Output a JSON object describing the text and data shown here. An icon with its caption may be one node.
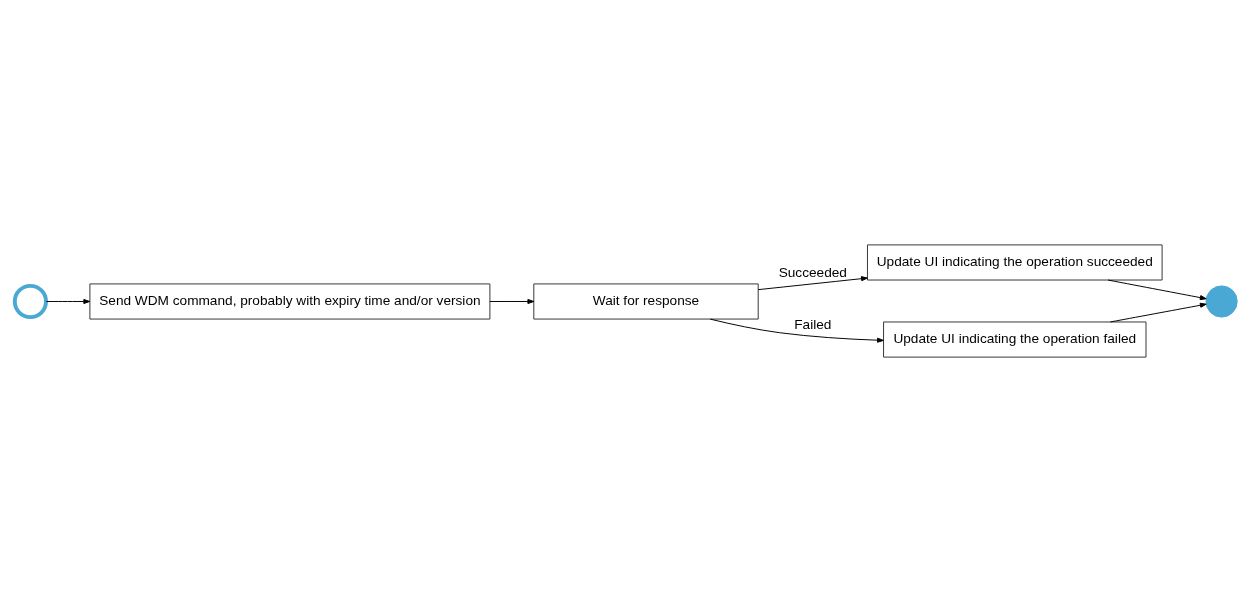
{
  "diagram": {
    "nodes": [
      {
        "text": [],
        "shape": "circle"
      },
      {
        "text": [
          "Send WDM command, probably with expiry time and/or version"
        ]
      },
      {
        "text": [
          "Wait for response"
        ]
      },
      {
        "text": [
          "Update UI indicating the operation succeeded"
        ]
      },
      {
        "text": [
          "Update UI indicating the operation failed"
        ]
      },
      {
        "text": [],
        "shape": "circle"
      }
    ],
    "edges": [
      {
        "from": 0,
        "to": 1,
        "arrow": "to"
      },
      {
        "from": 1,
        "to": 2,
        "arrow": "to"
      },
      {
        "from": 2,
        "to": 3,
        "arrow": "to",
        "label": "Succeeded"
      },
      {
        "from": 2,
        "to": 4,
        "arrow": "to",
        "label": "Failed"
      },
      {
        "from": 4,
        "to": 5,
        "arrow": "to"
      },
      {
        "from": 3,
        "to": 5,
        "arrow": "to"
      }
    ]
  }
}
